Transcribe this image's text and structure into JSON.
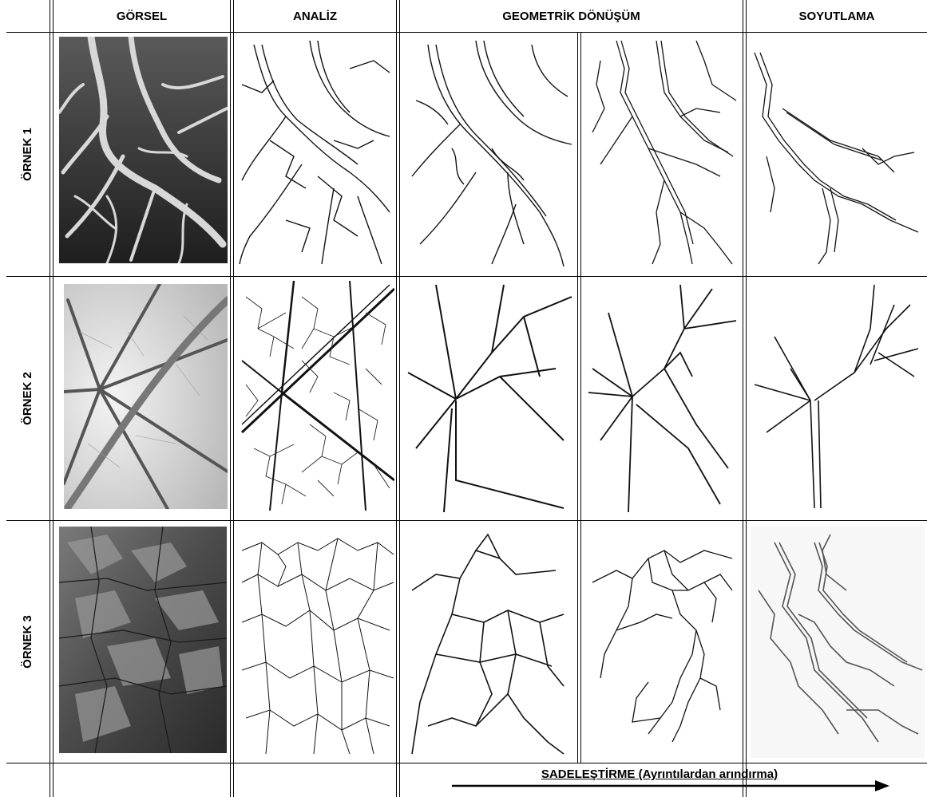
{
  "headers": {
    "gorsel": "GÖRSEL",
    "analiz": "ANALİZ",
    "geometrik": "GEOMETRİK DÖNÜŞÜM",
    "soyutlama": "SOYUTLAMA"
  },
  "rows": [
    {
      "label": "ÖRNEK 1"
    },
    {
      "label": "ÖRNEK 2"
    },
    {
      "label": "ÖRNEK 3"
    }
  ],
  "footer": {
    "arrow_label": "SADELEŞTİRME (Ayrıntılardan arındırma)"
  }
}
